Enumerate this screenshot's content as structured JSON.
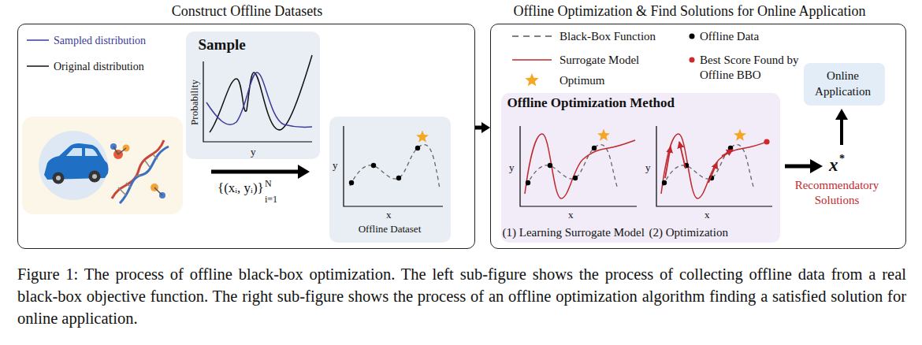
{
  "diagram": {
    "caption": "Figure 1: The process of offline black-box optimization. The left sub-figure shows the process of collecting offline data from a real black-box objective function. The right sub-figure shows the process of an offline optimization algorithm finding a satisfied solution for online application.",
    "nodes": [
      {
        "text": [
          "Construct Offline Datasets"
        ]
      },
      {
        "text": [
          "Sample"
        ],
        "in": 0
      },
      {
        "text": [
          "Offline Dataset"
        ],
        "in": 0
      },
      {
        "text": [
          "Offline Optimization & Find Solutions for Online Application"
        ]
      },
      {
        "text": [
          "Online Application"
        ],
        "in": 3
      },
      {
        "text": [
          "Offline Optimization Method",
          "(1) Learning Surrogate Model",
          "(2) Optimization"
        ],
        "in": 3
      }
    ],
    "edges": [
      {
        "from": 0,
        "to": 3,
        "arrow": "to"
      }
    ],
    "labels": [
      "Probability",
      "y",
      "y",
      "x",
      "{(xᵢ, yᵢ)}",
      "i=1",
      "N",
      "y",
      "x",
      "y",
      "x",
      "x",
      "*",
      "Recommendatory Solutions"
    ],
    "legend": [
      {
        "text": "Sampled distribution"
      },
      {
        "text": "Original distribution"
      },
      {
        "text": "Black-Box Function"
      },
      {
        "text": "Offline Data"
      },
      {
        "text": "Surrogate Model"
      },
      {
        "text": "Best Score Found by Offline BBO"
      },
      {
        "text": "Optimum"
      }
    ]
  }
}
